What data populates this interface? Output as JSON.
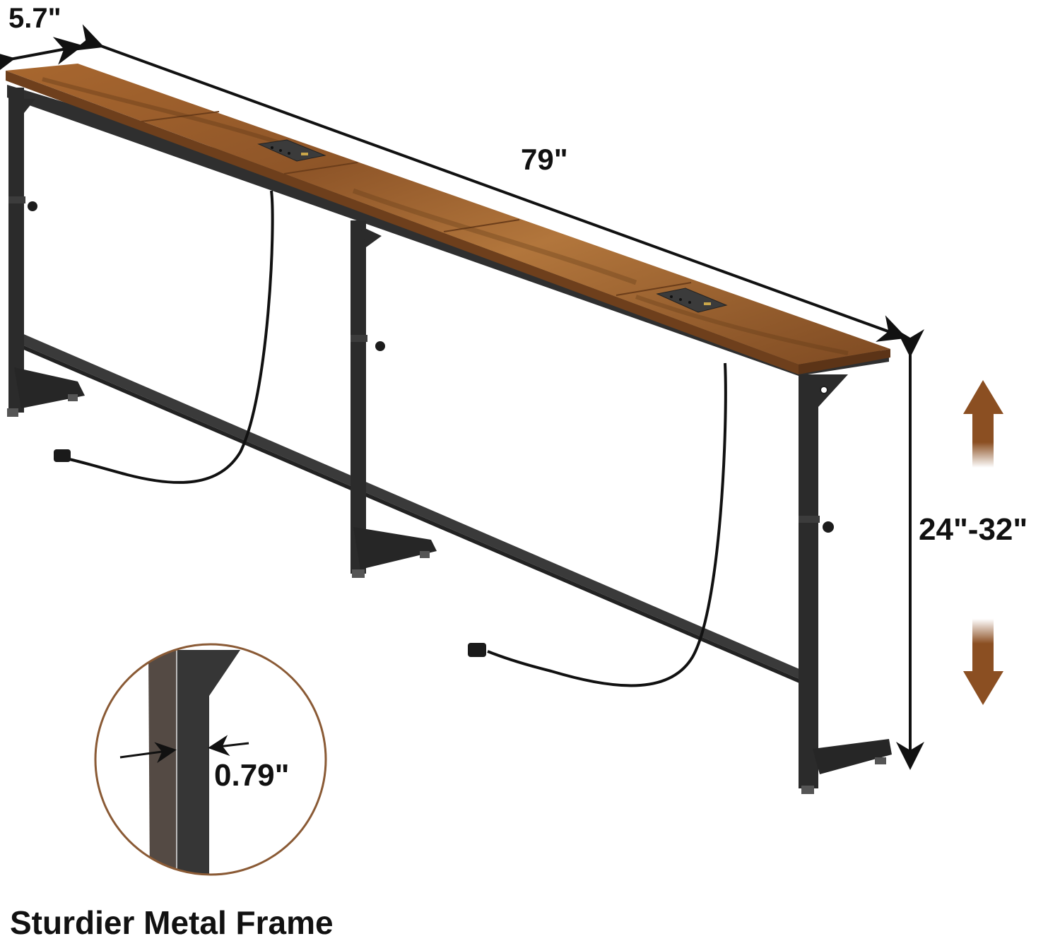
{
  "dimensions": {
    "depth": "5.7\"",
    "length": "79\"",
    "height_range": "24\"-32\"",
    "tube_thickness": "0.79\""
  },
  "caption": "Sturdier Metal Frame",
  "product": {
    "type": "narrow console table with power outlets",
    "outlet_count": 2,
    "legs": 3,
    "adjustable_height": true
  },
  "colors": {
    "wood": "#9a5a2a",
    "wood_light": "#b8773d",
    "frame": "#2e2e2e",
    "accent_arrow": "#8b4f22",
    "inset_border": "#8a5a35",
    "text": "#111111"
  }
}
